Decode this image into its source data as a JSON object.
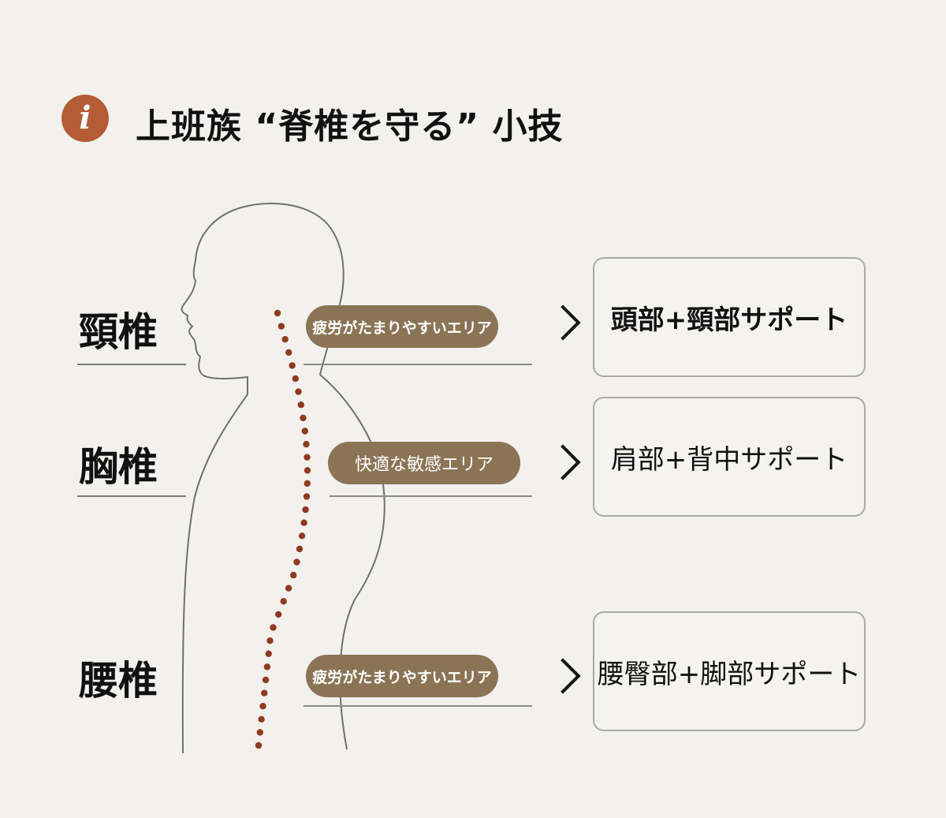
{
  "header": {
    "icon": "info-icon",
    "icon_glyph": "i",
    "icon_color": "#b35c36",
    "title": "上班族 “脊椎を守る” 小技"
  },
  "regions": [
    {
      "name": "頸椎",
      "pill_text": "疲労がたまりやすいエリア",
      "support_text": "頭部+頸部サポート",
      "support_bold": true
    },
    {
      "name": "胸椎",
      "pill_text": "快適な敏感エリア",
      "support_text": "肩部+背中サポート",
      "support_bold": false
    },
    {
      "name": "腰椎",
      "pill_text": "疲労がたまりやすいエリア",
      "support_text": "腰臀部+脚部サポート",
      "support_bold": false
    }
  ],
  "colors": {
    "background": "#f2f1ee",
    "pill": "#8b7455",
    "spine_dots": "#8e3a1f",
    "outline": "#6f6f6f"
  }
}
